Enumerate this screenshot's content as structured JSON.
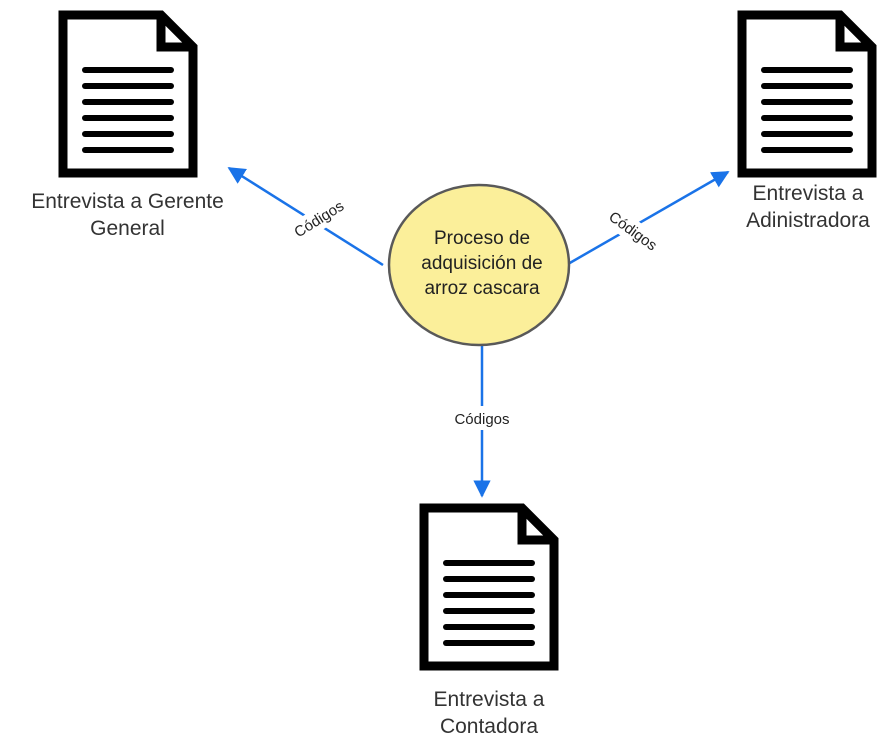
{
  "diagram": {
    "center_node": {
      "lines": [
        "Proceso de",
        "adquisición de",
        "arroz cascara"
      ],
      "fill": "#fbef9a",
      "stroke": "#595959"
    },
    "edge_color": "#1a73e8",
    "edges": [
      {
        "label": "Códigos",
        "target": "doc_left"
      },
      {
        "label": "Códigos",
        "target": "doc_right"
      },
      {
        "label": "Códigos",
        "target": "doc_bottom"
      }
    ],
    "documents": {
      "doc_left": {
        "icon": "document-icon",
        "lines": [
          "Entrevista a Gerente",
          "General"
        ]
      },
      "doc_right": {
        "icon": "document-icon",
        "lines": [
          "Entrevista a",
          "Adinistradora"
        ]
      },
      "doc_bottom": {
        "icon": "document-icon",
        "lines": [
          "Entrevista a",
          "Contadora"
        ]
      }
    }
  }
}
